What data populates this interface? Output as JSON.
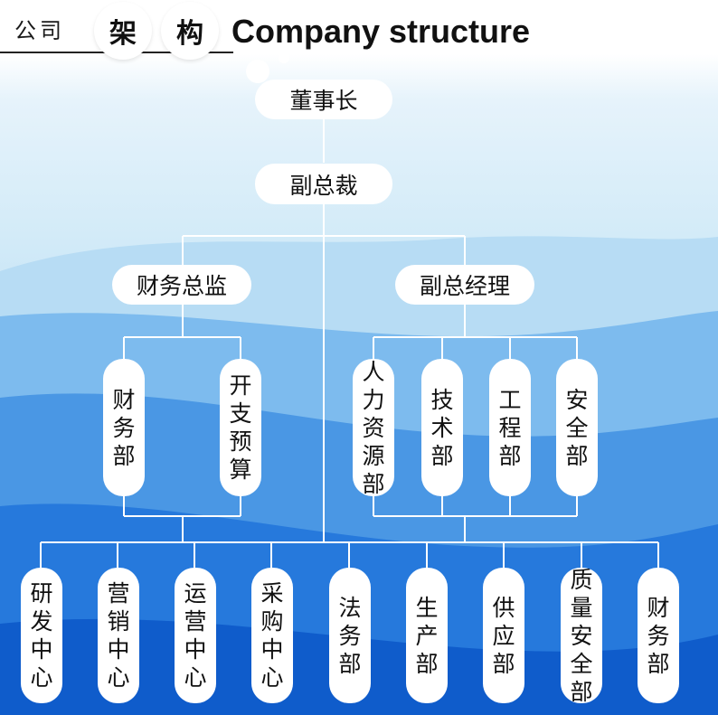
{
  "title": {
    "cn_prefix": "公司",
    "cn_char_1": "架",
    "cn_char_2": "构",
    "en": "Company structure"
  },
  "levels": {
    "chairman": "董事长",
    "vice_president": "副总裁",
    "finance_director": "财务总监",
    "deputy_gm": "副总经理"
  },
  "departments": {
    "finance": "财务部",
    "budget": "开支预算",
    "hr": "人力资源部",
    "tech": "技术部",
    "engineering": "工程部",
    "safety": "安全部"
  },
  "centers": [
    "研发中心",
    "营销中心",
    "运营中心",
    "采购中心",
    "法务部",
    "生产部",
    "供应部",
    "质量安全部",
    "财务部"
  ],
  "colors": {
    "connector": "#ffffff",
    "node_fill": "#ffffff",
    "wave_light": "#a9d4f1",
    "wave_mid": "#5ea7e6",
    "wave_deep": "#1f6fd6",
    "wave_darkest": "#0d56c9"
  }
}
